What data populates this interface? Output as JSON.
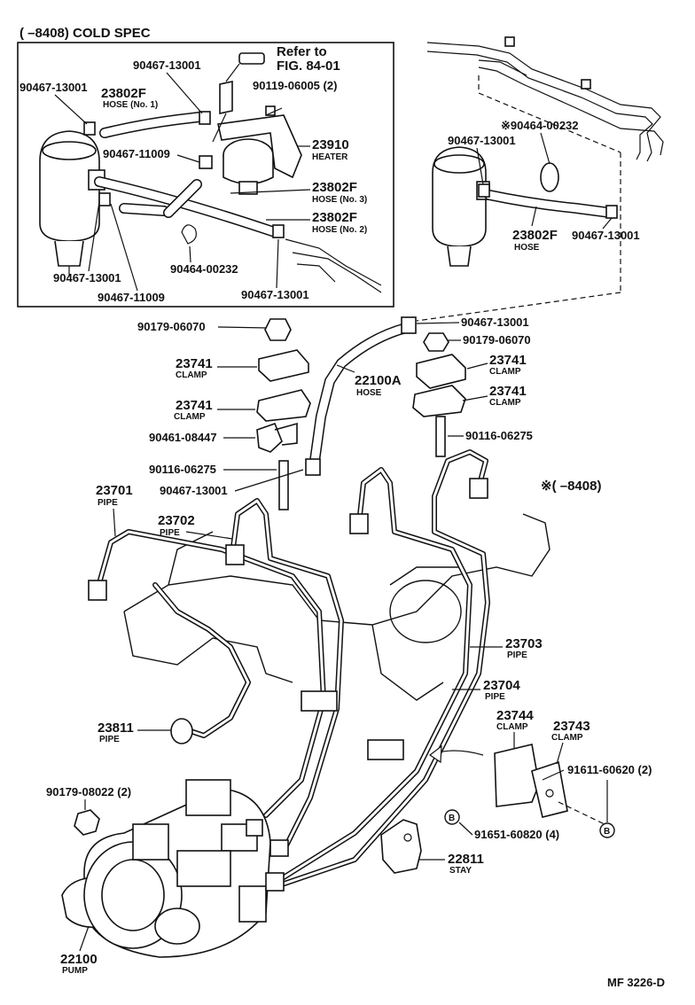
{
  "header": {
    "cold_spec": "(      –8408) COLD SPEC",
    "note_range": "※(        –8408)",
    "refer_line1": "Refer to",
    "refer_line2": "FIG. 84-01"
  },
  "labels": {
    "l_90467_13001_a": "90467-13001",
    "l_23802F_hose1": "23802F",
    "l_hose_no1": "HOSE (No. 1)",
    "l_90467_13001_b": "90467-13001",
    "l_90119_06005": "90119-06005 (2)",
    "l_23910": "23910",
    "l_heater": "HEATER",
    "l_90467_11009_a": "90467-11009",
    "l_23802F_hose3": "23802F",
    "l_hose_no3": "HOSE (No. 3)",
    "l_23802F_hose2": "23802F",
    "l_hose_no2": "HOSE (No. 2)",
    "l_90464_00232_a": "90464-00232",
    "l_90467_13001_c": "90467-13001",
    "l_90467_11009_b": "90467-11009",
    "l_90467_13001_d": "90467-13001",
    "l_90464_00232_b": "※90464-00232",
    "l_90467_13001_e": "90467-13001",
    "l_23802F_hose": "23802F",
    "l_hose": "HOSE",
    "l_90467_13001_f": "90467-13001",
    "l_90179_06070_a": "90179-06070",
    "l_90467_13001_g": "90467-13001",
    "l_90179_06070_b": "90179-06070",
    "l_23741_a": "23741",
    "l_clamp_a": "CLAMP",
    "l_22100A": "22100A",
    "l_hose_b": "HOSE",
    "l_23741_b": "23741",
    "l_clamp_b": "CLAMP",
    "l_23741_c": "23741",
    "l_clamp_c": "CLAMP",
    "l_23741_d": "23741",
    "l_clamp_d": "CLAMP",
    "l_90461_08447": "90461-08447",
    "l_90116_06275_a": "90116-06275",
    "l_90116_06275_b": "90116-06275",
    "l_90467_13001_h": "90467-13001",
    "l_23701": "23701",
    "l_pipe_a": "PIPE",
    "l_23702": "23702",
    "l_pipe_b": "PIPE",
    "l_23703": "23703",
    "l_pipe_c": "PIPE",
    "l_23704": "23704",
    "l_pipe_d": "PIPE",
    "l_23811": "23811",
    "l_pipe_e": "PIPE",
    "l_23744": "23744",
    "l_clamp_e": "CLAMP",
    "l_23743": "23743",
    "l_clamp_f": "CLAMP",
    "l_91611_60620": "91611-60620 (2)",
    "l_90179_08022": "90179-08022 (2)",
    "l_91651_60820": "91651-60820 (4)",
    "l_22811": "22811",
    "l_stay": "STAY",
    "l_22100": "22100",
    "l_pump": "PUMP",
    "l_B1": "B",
    "l_B2": "B",
    "l_fig_code": "MF  3226-D"
  }
}
